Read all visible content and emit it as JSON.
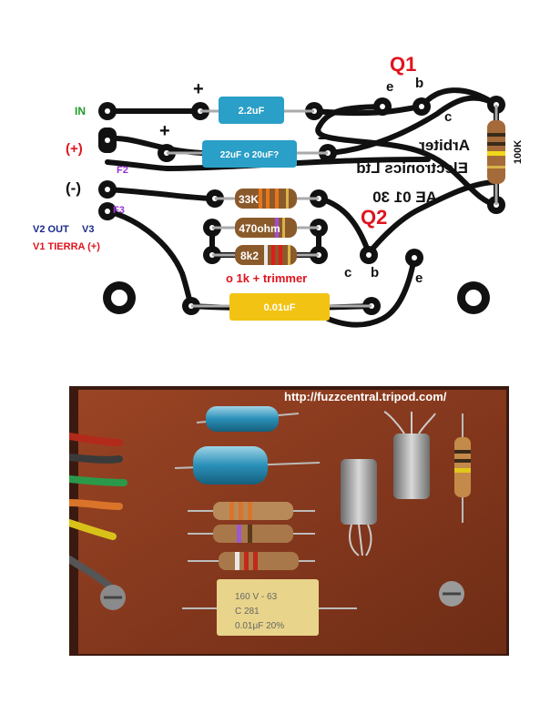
{
  "layout": {
    "labels": {
      "in": "IN",
      "plus": "(+)",
      "minus": "(-)",
      "f2": "F2",
      "f3": "F3",
      "v2out": "V2 OUT",
      "v3": "V3",
      "v1tierra": "V1 TIERRA (+)",
      "q1": "Q1",
      "q2": "Q2",
      "q1_e": "e",
      "q1_b": "b",
      "q1_c": "c",
      "q2_c": "c",
      "q2_b": "b",
      "q2_e": "e",
      "cap1_plus": "+",
      "cap2_plus": "+",
      "cap2_minus": "–",
      "trimmer_note": "o 1k + trimmer"
    },
    "components": {
      "c1": "2.2uF",
      "c2": "22uF o 20uF?",
      "r1": "33K",
      "r2": "470ohm",
      "r3": "8k2",
      "c3": "0.01uF",
      "r4": "100K"
    },
    "mirrored_text": [
      "Arbiter",
      "Electronics Ltd",
      "AE 01 30"
    ]
  },
  "photo": {
    "url": "http://fuzzcentral.tripod.com/",
    "cap_markings": [
      "160 V - 63",
      "C 281",
      "0.01μF 20%"
    ]
  },
  "colors": {
    "trace": "#111111",
    "blue_cap": "#2a9fc7",
    "yellow_cap": "#f2c313",
    "red_label": "#e0141e",
    "green_label": "#1f9d2a",
    "purple_label": "#9b30d9",
    "navy_label": "#1a2a8a",
    "board": "#8a3a1e"
  }
}
